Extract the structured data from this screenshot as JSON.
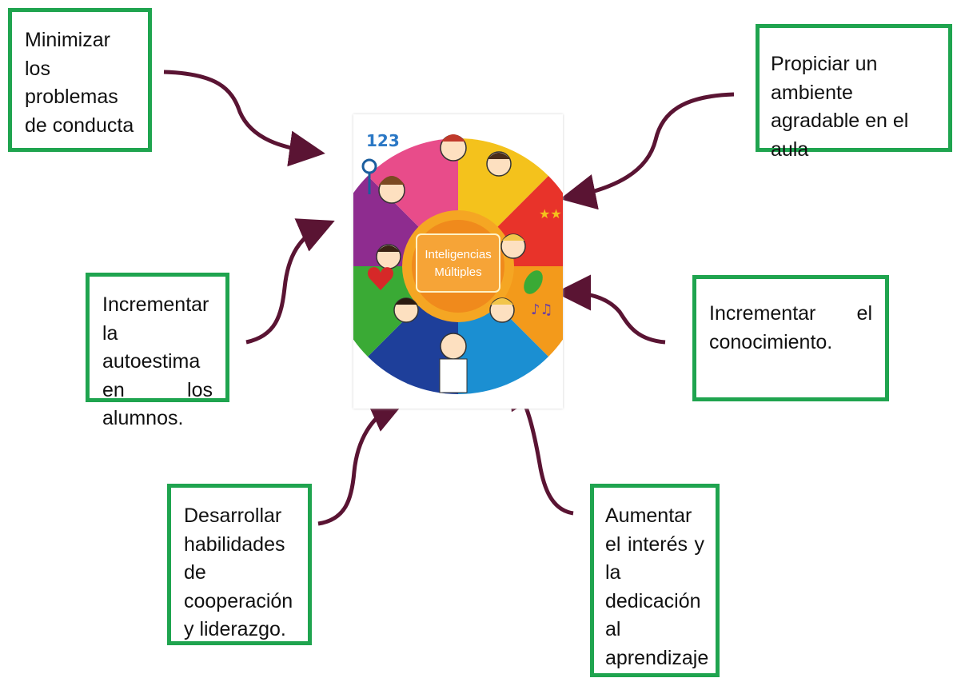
{
  "center": {
    "label_line1": "Inteligencias",
    "label_line2": "Múltiples"
  },
  "boxes": {
    "minimizar": "Minimizar los problemas de conducta",
    "propiciar": "Propiciar un ambiente agradable en el aula",
    "autoestima": "Incrementar la autoestima en los alumnos.",
    "conocimiento": "Incrementar el conocimiento.",
    "desarrollar": "Desarrollar habilidades de cooperación y liderazgo.",
    "aumentar": "Aumentar el interés y la dedicación al aprendizaje"
  },
  "colors": {
    "border": "#1fa44f",
    "arrow": "#5a1433"
  }
}
